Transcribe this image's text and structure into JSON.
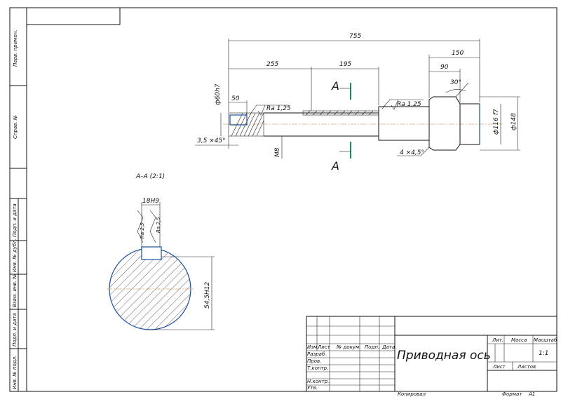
{
  "drawing": {
    "dims": {
      "overall": "755",
      "d150": "150",
      "d90": "90",
      "d255": "255",
      "d195": "195",
      "d50": "50",
      "angle": "30°",
      "chamfer_left": "3,5 ×45°",
      "chamfer_right": "4 ×4,5°",
      "dia_left": "ф60h7",
      "dia_right1": "ф116 f7",
      "dia_right2": "ф148",
      "keyway_depth": "М8",
      "rough1": "Ra 1,25",
      "rough2": "Ra 1,25"
    },
    "section": {
      "letter_top": "A",
      "letter_bottom": "A",
      "title": "А–А (2:1)",
      "key_width": "18H9",
      "key_depth": "54,5Н12",
      "rough_a": "Ra 2,5",
      "rough_b": "Ra 2,5"
    }
  },
  "frame": {
    "side_labels": [
      "Перв. примен.",
      "Справ. №",
      "Подп. и дата",
      "Инв. № дубл.",
      "Взам. инв. №",
      "Подп. и дата",
      "Инв. № подл."
    ]
  },
  "title_block": {
    "title": "Приводная ось",
    "col_headers": [
      "Изм.",
      "Лист",
      "№ докум.",
      "Подп.",
      "Дата"
    ],
    "rows": [
      "Разраб.",
      "Пров.",
      "Т.контр.",
      "",
      "Н.контр.",
      "Утв."
    ],
    "lit_label": "Лит.",
    "mass_label": "Масса",
    "scale_label": "Масштаб",
    "scale_value": "1:1",
    "sheet_label": "Лист",
    "sheets_label": "Листов",
    "copied": "Копировал",
    "format_label": "Формат",
    "format_value": "А1"
  }
}
